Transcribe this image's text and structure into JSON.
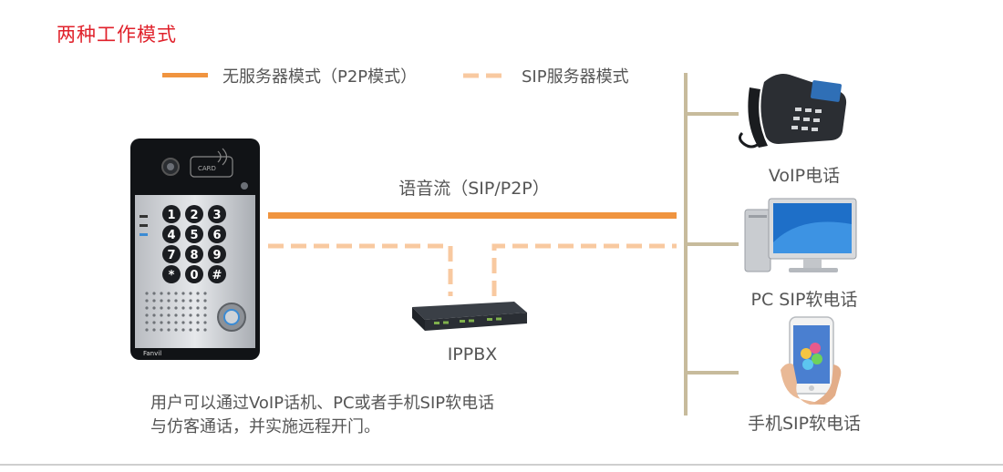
{
  "title": "两种工作模式",
  "legend": {
    "solid_label": "无服务器模式（P2P模式）",
    "dashed_label": "SIP服务器模式"
  },
  "stream_label": "语音流（SIP/P2P）",
  "ippbx_label": "IPPBX",
  "devices": {
    "voip_phone": "VoIP电话",
    "pc_softphone": "PC SIP软电话",
    "mobile_softphone": "手机SIP软电话"
  },
  "note": {
    "line1": "用户可以通过VoIP话机、PC或者手机SIP软电话",
    "line2": "与仿客通话，并实施远程开门。"
  },
  "intercom": {
    "card_text": "CARD",
    "brand": "Fanvil",
    "keys": [
      "1",
      "2",
      "3",
      "4",
      "5",
      "6",
      "7",
      "8",
      "9",
      "*",
      "0",
      "#"
    ]
  },
  "colors": {
    "title": "#e0212b",
    "solid_line": "#f0943f",
    "dashed_line": "#f8c9a0",
    "bus": "#c7bb9c",
    "text": "#555555"
  }
}
